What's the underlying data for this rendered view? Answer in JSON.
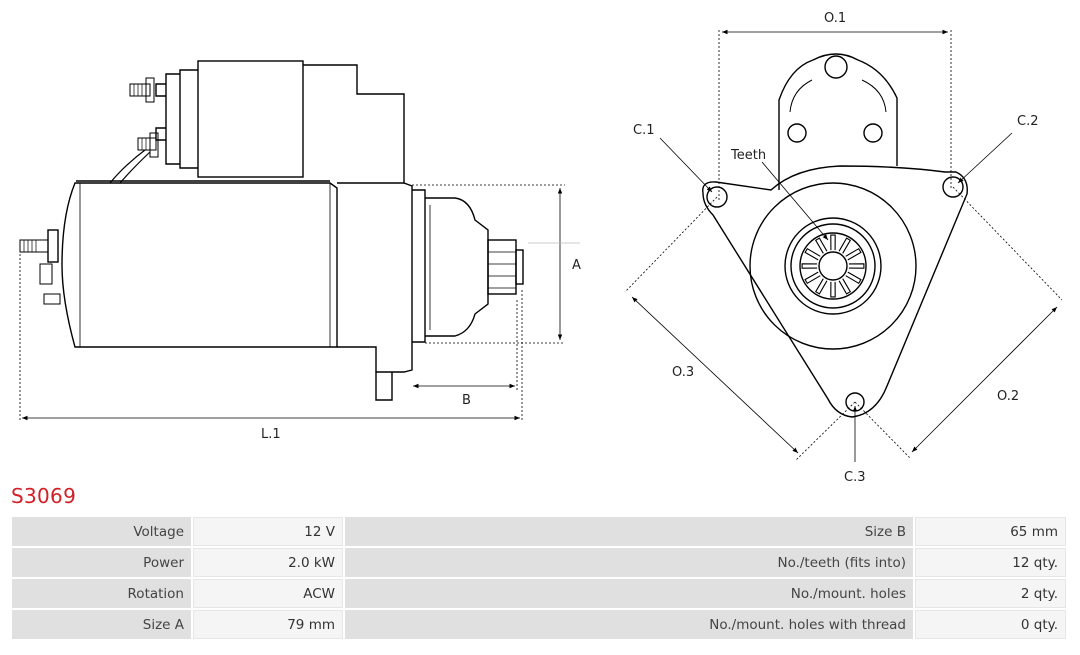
{
  "product": {
    "code": "S3069"
  },
  "drawing": {
    "labels": {
      "o1": "O.1",
      "o2": "O.2",
      "o3": "O.3",
      "c1": "C.1",
      "c2": "C.2",
      "c3": "C.3",
      "teeth": "Teeth",
      "a": "A",
      "b": "B",
      "l1": "L.1"
    },
    "stroke_color": "#000000"
  },
  "specs": [
    {
      "left_label": "Voltage",
      "left_value": "12 V",
      "right_label": "Size B",
      "right_value": "65 mm"
    },
    {
      "left_label": "Power",
      "left_value": "2.0 kW",
      "right_label": "No./teeth (fits into)",
      "right_value": "12 qty."
    },
    {
      "left_label": "Rotation",
      "left_value": "ACW",
      "right_label": "No./mount. holes",
      "right_value": "2 qty."
    },
    {
      "left_label": "Size A",
      "left_value": "79 mm",
      "right_label": "No./mount. holes with thread",
      "right_value": "0 qty."
    }
  ],
  "colors": {
    "title": "#d12027",
    "label_cell": "#e0e0e0",
    "value_cell": "#f5f5f5"
  }
}
